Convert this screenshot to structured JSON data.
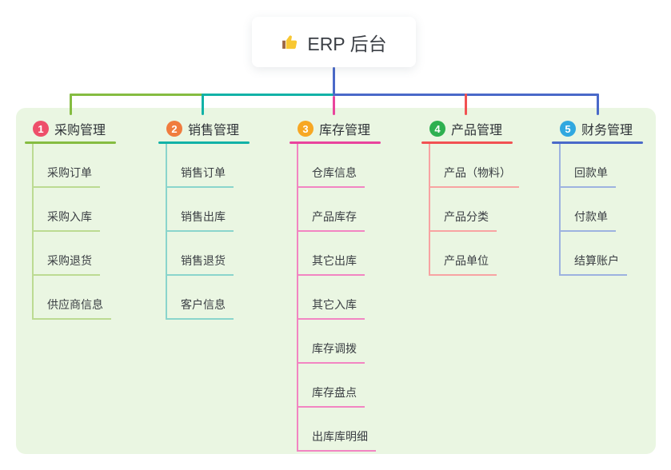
{
  "root_node": {
    "icon": "thumbs-up-icon",
    "title": "ERP 后台"
  },
  "connector_color": "#4a69c9",
  "branches": [
    {
      "badge": "1",
      "label": "采购管理",
      "badge_color": "#ee4f6a",
      "line_color": "#85bc41",
      "child_line_color": "#bcdb92",
      "children": [
        "采购订单",
        "采购入库",
        "采购退货",
        "供应商信息"
      ]
    },
    {
      "badge": "2",
      "label": "销售管理",
      "badge_color": "#f07c3e",
      "line_color": "#12b2a7",
      "child_line_color": "#8ad5cc",
      "children": [
        "销售订单",
        "销售出库",
        "销售退货",
        "客户信息"
      ]
    },
    {
      "badge": "3",
      "label": "库存管理",
      "badge_color": "#f7a723",
      "line_color": "#e9449d",
      "child_line_color": "#f285c2",
      "children": [
        "仓库信息",
        "产品库存",
        "其它出库",
        "其它入库",
        "库存调拨",
        "库存盘点",
        "出库库明细"
      ]
    },
    {
      "badge": "4",
      "label": "产品管理",
      "badge_color": "#2eb050",
      "line_color": "#f15152",
      "child_line_color": "#f8a3a2",
      "children": [
        "产品（物料）",
        "产品分类",
        "产品单位"
      ]
    },
    {
      "badge": "5",
      "label": "财务管理",
      "badge_color": "#30a8e0",
      "line_color": "#4a69c9",
      "child_line_color": "#9db2e0",
      "children": [
        "回款单",
        "付款单",
        "结算账户"
      ]
    }
  ]
}
